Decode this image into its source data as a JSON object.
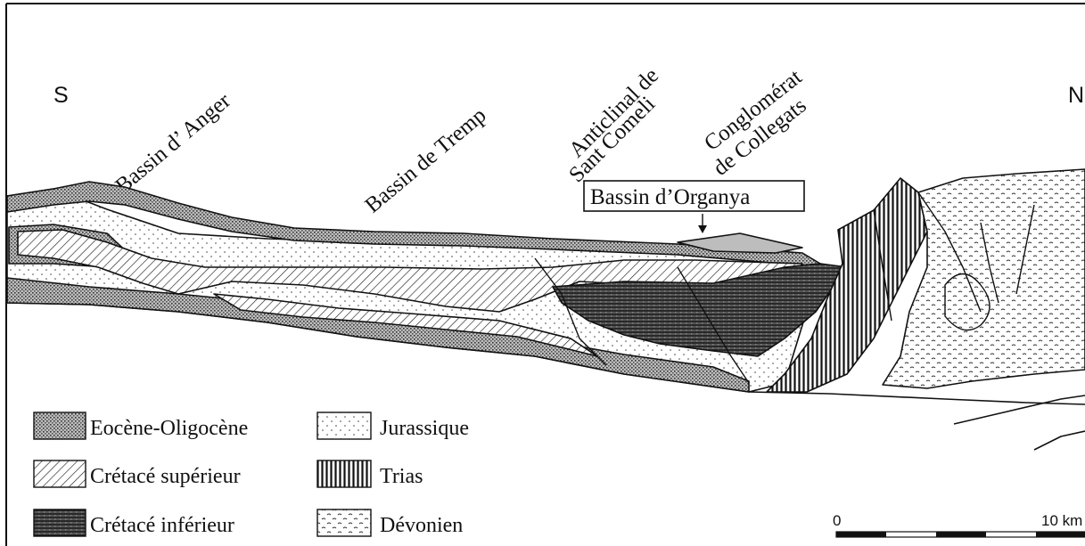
{
  "orientation": {
    "south": "S",
    "north": "N"
  },
  "labels": {
    "anger": "Bassin d’ Anger",
    "tremp": "Bassin de Tremp",
    "comeli_line1": "Anticlinal de",
    "comeli_line2": "Sant Comeli",
    "collegats_line1": "Conglomérat",
    "collegats_line2": "de Collegats",
    "organya": "Bassin d’Organya"
  },
  "legend": [
    {
      "key": "eocene",
      "label": "Eocène-Oligocène",
      "pattern": "dense-dots"
    },
    {
      "key": "jurassique",
      "label": "Jurassique",
      "pattern": "sparse-dots"
    },
    {
      "key": "cretace_sup",
      "label": "Crétacé supérieur",
      "pattern": "diagonal-hatch"
    },
    {
      "key": "trias",
      "label": "Trias",
      "pattern": "vertical-lines"
    },
    {
      "key": "cretace_inf",
      "label": "Crétacé inférieur",
      "pattern": "horizontal-dark"
    },
    {
      "key": "devonien",
      "label": "Dévonien",
      "pattern": "wavy-dash"
    }
  ],
  "scale": {
    "start": "0",
    "end": "10 km"
  },
  "colors": {
    "ink": "#111111",
    "paper": "#ffffff"
  }
}
